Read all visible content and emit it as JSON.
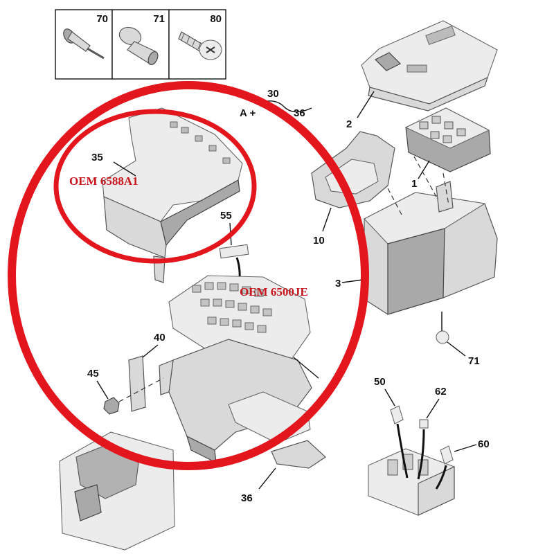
{
  "hardware_panel": {
    "cells": [
      {
        "label": "70",
        "icon": "rivet-icon"
      },
      {
        "label": "71",
        "icon": "plastic-plug-icon"
      },
      {
        "label": "80",
        "icon": "screw-icon"
      }
    ]
  },
  "callouts": {
    "c2": "2",
    "c1": "1",
    "c30": "30",
    "c36_top": "36",
    "formula_prefix": "A + ",
    "c35": "35",
    "c10": "10",
    "c55": "55",
    "c3": "3",
    "c40": "40",
    "c45": "45",
    "c71": "71",
    "c50": "50",
    "c62": "62",
    "c60": "60",
    "c36_bottom": "36"
  },
  "oem_labels": {
    "upper": "OEM 6588A1",
    "lower": "OEM 6500JE"
  },
  "colors": {
    "highlight_ring": "#e3161e",
    "oem_text": "#c8161d",
    "part_fill": "#d9d9d9"
  }
}
